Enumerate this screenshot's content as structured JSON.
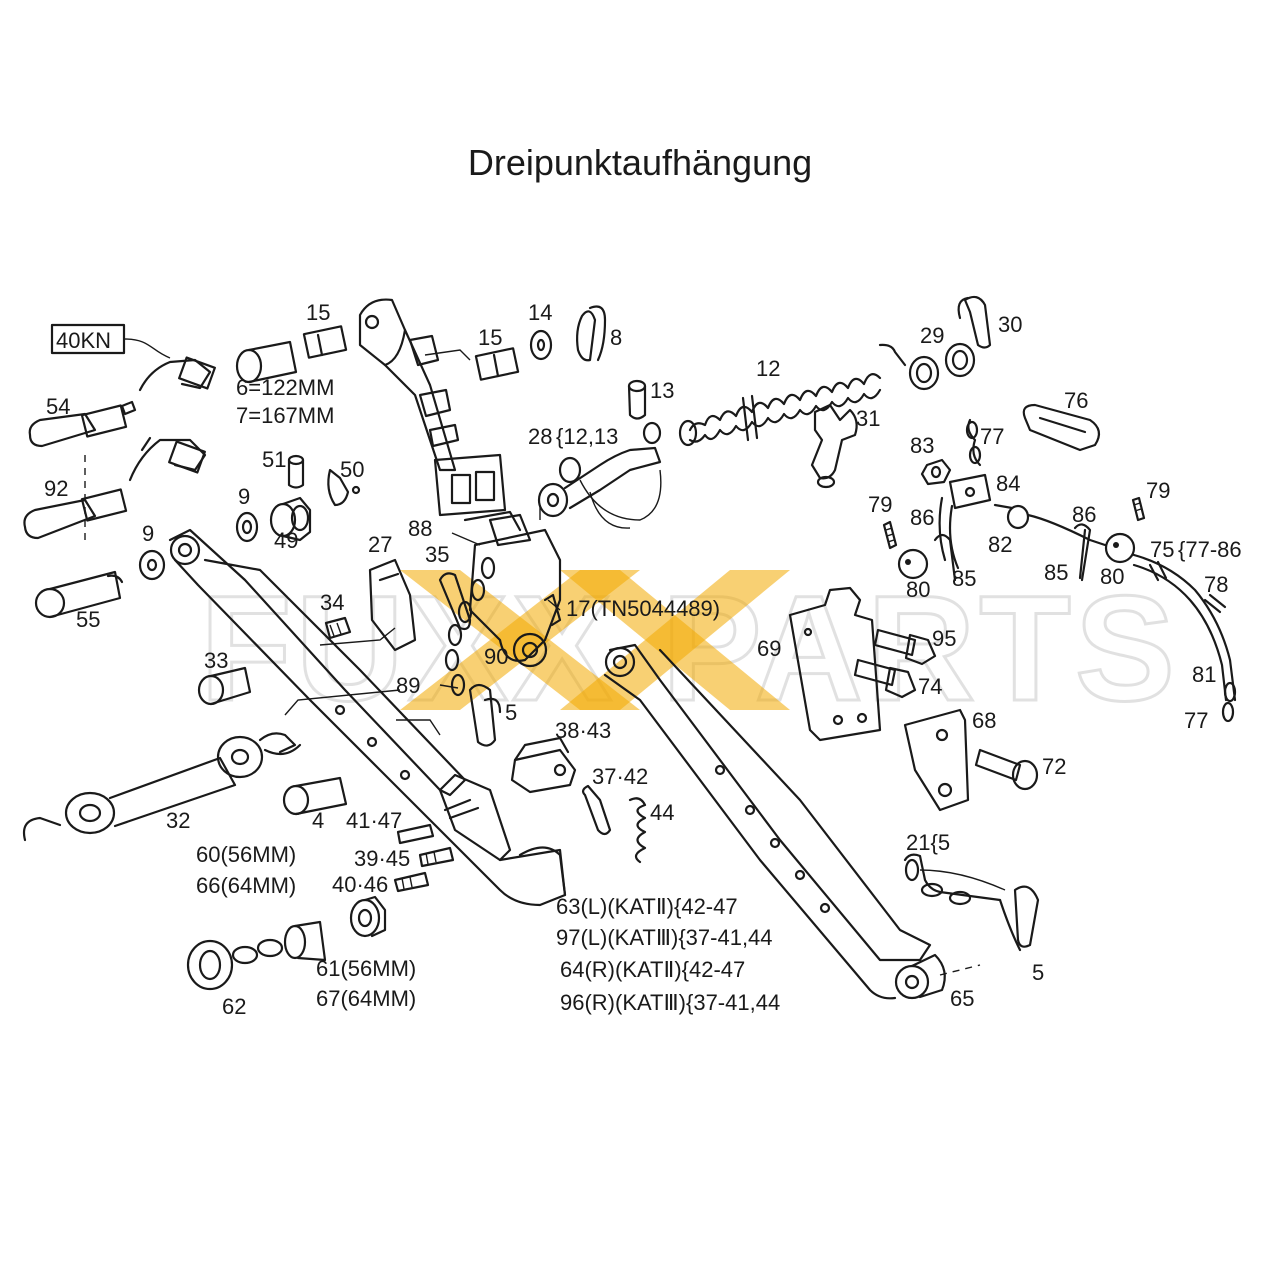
{
  "title": "Dreipunktaufhängung",
  "watermark": {
    "text": "FUXX PARTS",
    "accent_color": "#F2A900"
  },
  "force_rating": "40KN",
  "labels": {
    "p15a": "15",
    "p15b": "15",
    "p14": "14",
    "p8": "8",
    "p6": "6=122MM",
    "p7": "7=167MM",
    "p12": "12",
    "p13": "13",
    "p28": "28",
    "p28ref": "{12,13",
    "p29": "29",
    "p30": "30",
    "p31": "31",
    "p76": "76",
    "p77a": "77",
    "p83": "83",
    "p84": "84",
    "p79a": "79",
    "p79b": "79",
    "p86a": "86",
    "p86b": "86",
    "p82": "82",
    "p85a": "85",
    "p85b": "85",
    "p80a": "80",
    "p80b": "80",
    "p75": "75",
    "p75ref": "{77-86",
    "p78": "78",
    "p81": "81",
    "p77b": "77",
    "p54": "54",
    "p92": "92",
    "p9a": "9",
    "p9b": "9",
    "p55": "55",
    "p51": "51",
    "p50": "50",
    "p49": "49",
    "p27": "27",
    "p88": "88",
    "p35": "35",
    "p17": "17(TN5044489)",
    "p34": "34",
    "p90": "90",
    "p89": "89",
    "p5a": "5",
    "p33": "33",
    "p69": "69",
    "p95": "95",
    "p74": "74",
    "p68": "68",
    "p72": "72",
    "p3843": "38·43",
    "p3742": "37·42",
    "p44": "44",
    "p32": "32",
    "p4": "4",
    "p4147": "41·47",
    "p3945": "39·45",
    "p4046": "40·46",
    "p60": "60(56MM)",
    "p66": "66(64MM)",
    "p61": "61(56MM)",
    "p67": "67(64MM)",
    "p62": "62",
    "p21": "21{5",
    "p5b": "5",
    "p65": "65",
    "kat63": "63(L)(KATⅡ){42-47",
    "kat97": "97(L)(KATⅢ){37-41,44",
    "kat64": "64(R)(KATⅡ){42-47",
    "kat96": "96(R)(KATⅢ){37-41,44"
  }
}
